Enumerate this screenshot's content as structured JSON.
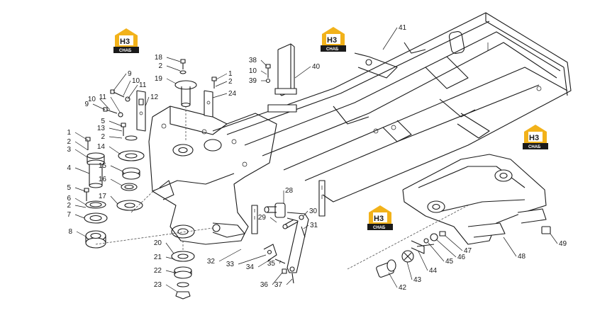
{
  "brand": {
    "logo_mark": "H3",
    "logo_text": "СНАБ",
    "accent_color": "#f2b21a",
    "dark_color": "#1a1a1a"
  },
  "callouts": [
    "1",
    "2",
    "3",
    "4",
    "5",
    "6",
    "2",
    "7",
    "8",
    "9",
    "10",
    "11",
    "9",
    "10",
    "11",
    "12",
    "5",
    "13",
    "2",
    "14",
    "15",
    "16",
    "17",
    "18",
    "2",
    "19",
    "1",
    "2",
    "24",
    "38",
    "10",
    "39",
    "40",
    "41",
    "20",
    "21",
    "22",
    "23",
    "28",
    "29",
    "30",
    "31",
    "32",
    "33",
    "34",
    "35",
    "36",
    "37",
    "49",
    "48",
    "47",
    "46",
    "45",
    "44",
    "43",
    "42"
  ]
}
